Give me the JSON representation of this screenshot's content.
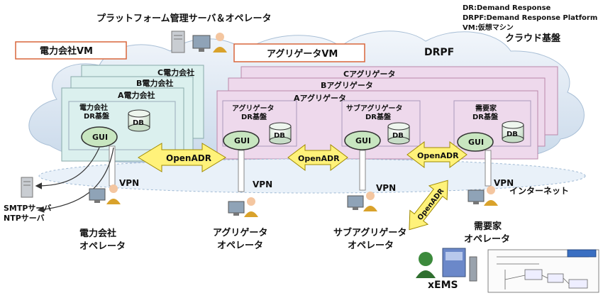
{
  "legend": {
    "dr": "DR:Demand Response",
    "drpf": "DRPF:Demand Response Platform",
    "vm": "VM:仮想マシン"
  },
  "top": {
    "platform_operator": "プラットフォーム管理サーバ＆オペレータ",
    "cloud_base": "クラウド基盤",
    "drpf": "DRPF"
  },
  "power_company": {
    "vm_label": "電力会社VM",
    "c_company": "C電力会社",
    "b_company": "B電力会社",
    "a_company": "A電力会社",
    "dr_base": "電力会社\nDR基盤",
    "gui": "GUI",
    "db": "DB"
  },
  "aggregator": {
    "vm_label": "アグリゲータVM",
    "c_agg": "Cアグリゲータ",
    "b_agg": "Bアグリゲータ",
    "a_agg": "Aアグリゲータ",
    "agg_base": "アグリゲータ\nDR基盤",
    "sub_base": "サブアグリゲータ\nDR基盤",
    "customer_base": "需要家\nDR基盤",
    "gui": "GUI",
    "db": "DB"
  },
  "protocol": {
    "openadr": "OpenADR"
  },
  "network": {
    "vpn": "VPN",
    "internet": "インターネット"
  },
  "servers": {
    "smtp": "SMTPサーバ",
    "ntp": "NTPサーバ"
  },
  "operators": {
    "power": "電力会社\nオペレータ",
    "aggregator": "アグリゲータ\nオペレータ",
    "sub_aggregator": "サブアグリゲータ\nオペレータ",
    "customer": "需要家\nオペレータ"
  },
  "xems": {
    "label": "xEMS"
  },
  "colors": {
    "cloud": "#dfe9f4",
    "power_box": "#dbf0ee",
    "agg_box": "#eed9ec",
    "arrow": "#fff27a",
    "vm_border": "#d9663b"
  }
}
